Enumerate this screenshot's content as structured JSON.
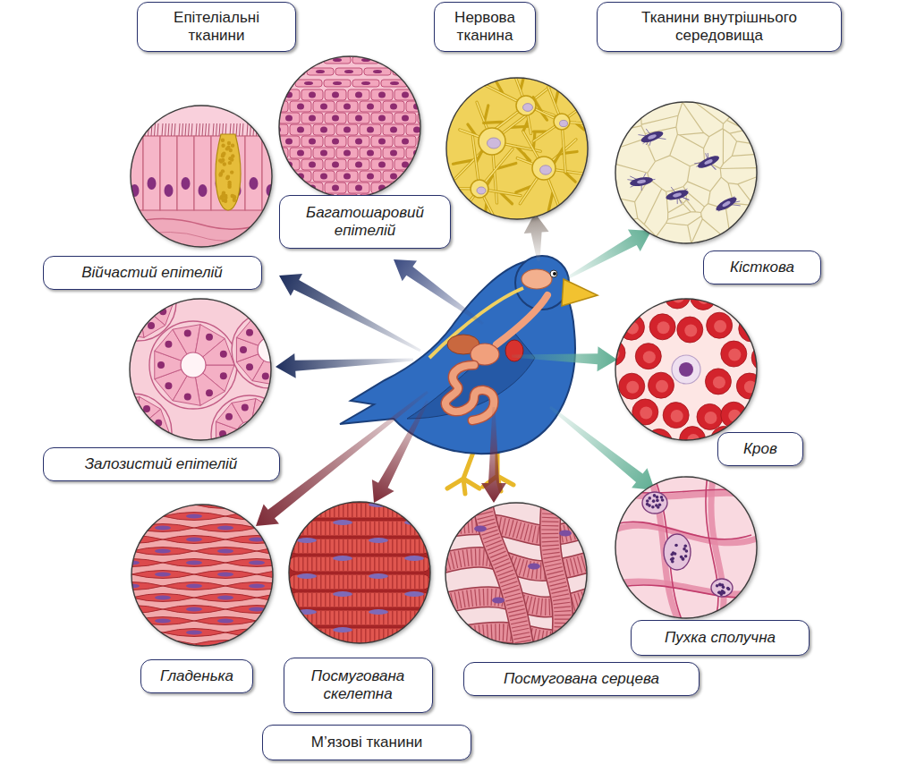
{
  "diagram": {
    "nodes": [
      {
        "text": [
          "Епітеліальні тканини"
        ]
      },
      {
        "text": [
          "Нервова тканина"
        ]
      },
      {
        "text": [
          "Тканини внутрішнього середовища"
        ]
      },
      {
        "text": [
          "Багатошаровий епітелій"
        ]
      },
      {
        "text": [
          "Війчастий епітелій"
        ]
      },
      {
        "text": [
          "Кісткова"
        ]
      },
      {
        "text": [
          "Залозистий епітелій"
        ]
      },
      {
        "text": [
          "Кров"
        ]
      },
      {
        "text": [
          "Пухка сполучна"
        ]
      },
      {
        "text": [
          "Гладенька"
        ]
      },
      {
        "text": [
          "Посмугована скелетна"
        ]
      },
      {
        "text": [
          "Посмугована серцева"
        ]
      },
      {
        "text": [
          "М’язові тканини"
        ]
      }
    ]
  }
}
